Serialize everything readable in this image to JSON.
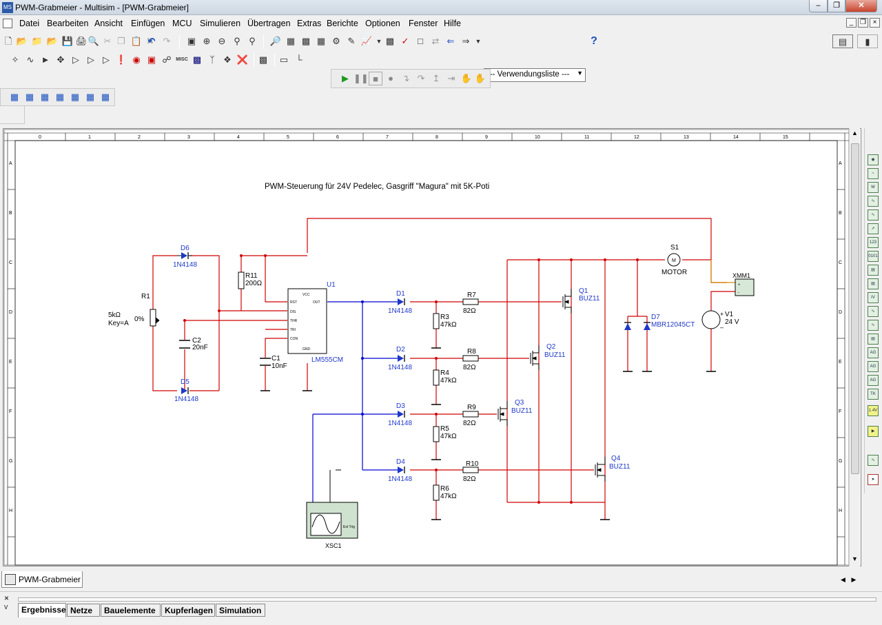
{
  "window": {
    "title": "PWM-Grabmeier - Multisim - [PWM-Grabmeier]",
    "app_icon": "multisim-app-icon"
  },
  "menu": {
    "items": [
      "Datei",
      "Bearbeiten",
      "Ansicht",
      "Einfügen",
      "MCU",
      "Simulieren",
      "Übertragen",
      "Extras",
      "Berichte",
      "Optionen",
      "Fenster",
      "Hilfe"
    ]
  },
  "toolbar": {
    "usage_list": "--- Verwendungsliste ---",
    "help_icon": "help-icon"
  },
  "schematic": {
    "title": "PWM-Steuerung für 24V Pedelec, Gasgriff \"Magura\" mit 5K-Poti",
    "col_labels": [
      "0",
      "1",
      "2",
      "3",
      "4",
      "5",
      "6",
      "7",
      "8",
      "9",
      "10",
      "11",
      "12",
      "13",
      "14",
      "15"
    ],
    "row_labels": [
      "A",
      "B",
      "C",
      "D",
      "E",
      "F",
      "G",
      "H"
    ],
    "components": {
      "D6": {
        "ref": "D6",
        "value": "1N4148"
      },
      "D5": {
        "ref": "D5",
        "value": "1N4148"
      },
      "R1": {
        "ref": "R1",
        "value": "5kΩ",
        "key": "Key=A",
        "percent": "0%"
      },
      "R11": {
        "ref": "R11",
        "value": "200Ω"
      },
      "C2": {
        "ref": "C2",
        "value": "20nF"
      },
      "C1": {
        "ref": "C1",
        "value": "10nF"
      },
      "U1": {
        "ref": "U1",
        "value": "LM555CM",
        "pins": [
          "VCC",
          "RST",
          "DIS",
          "THR",
          "TRI",
          "CON",
          "OUT",
          "GND"
        ]
      },
      "D1": {
        "ref": "D1",
        "value": "1N4148"
      },
      "D2": {
        "ref": "D2",
        "value": "1N4148"
      },
      "D3": {
        "ref": "D3",
        "value": "1N4148"
      },
      "D4": {
        "ref": "D4",
        "value": "1N4148"
      },
      "R3": {
        "ref": "R3",
        "value": "47kΩ"
      },
      "R4": {
        "ref": "R4",
        "value": "47kΩ"
      },
      "R5": {
        "ref": "R5",
        "value": "47kΩ"
      },
      "R6": {
        "ref": "R6",
        "value": "47kΩ"
      },
      "R7": {
        "ref": "R7",
        "value": "82Ω"
      },
      "R8": {
        "ref": "R8",
        "value": "82Ω"
      },
      "R9": {
        "ref": "R9",
        "value": "82Ω"
      },
      "R10": {
        "ref": "R10",
        "value": "82Ω"
      },
      "Q1": {
        "ref": "Q1",
        "value": "BUZ11"
      },
      "Q2": {
        "ref": "Q2",
        "value": "BUZ11"
      },
      "Q3": {
        "ref": "Q3",
        "value": "BUZ11"
      },
      "Q4": {
        "ref": "Q4",
        "value": "BUZ11"
      },
      "S1": {
        "ref": "S1",
        "value": "MOTOR"
      },
      "D7": {
        "ref": "D7",
        "value": "MBR12045CT"
      },
      "V1": {
        "ref": "V1",
        "value": "24 V"
      },
      "XMM1": {
        "ref": "XMM1"
      },
      "XSC1": {
        "ref": "XSC1",
        "ext_trig": "Ext Trig"
      }
    }
  },
  "design_tab": {
    "label": "PWM-Grabmeier"
  },
  "bottom_tabs": [
    "Ergebnisse",
    "Netze",
    "Bauelemente",
    "Kupferlagen",
    "Simulation"
  ],
  "bottom_side_label": "V",
  "colors": {
    "wire_red": "#d00000",
    "wire_blue": "#0000d0",
    "component_blue": "#1e38c8",
    "wire_orange": "#d48a00"
  }
}
